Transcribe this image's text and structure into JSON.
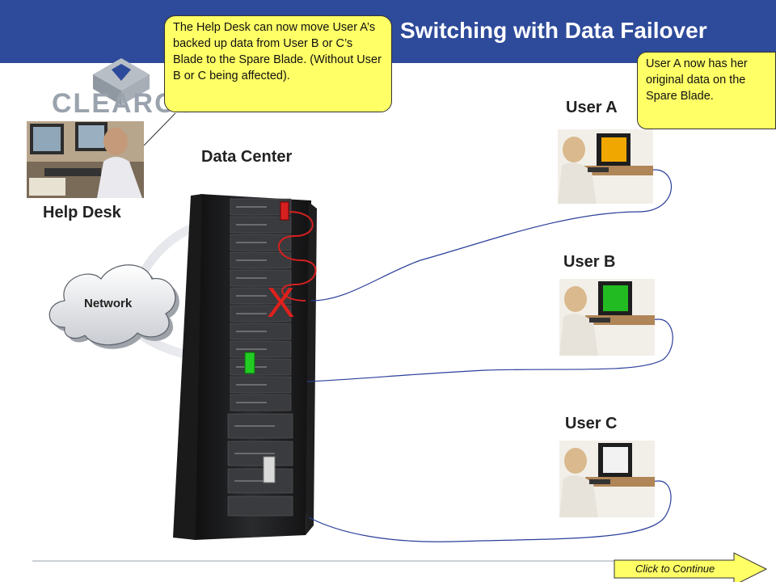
{
  "slide": {
    "title": "Switching with Data Failover",
    "brand": "CLEARCUBE"
  },
  "labels": {
    "data_center": "Data Center",
    "help_desk": "Help Desk",
    "network": "Network",
    "user_a": "User A",
    "user_b": "User B",
    "user_c": "User C"
  },
  "callouts": {
    "help_desk_note": "The Help Desk can now move User A’s backed up data from User B or C’s Blade to the Spare Blade.  (Without User B or C being affected).",
    "user_a_note": "User A now has her original data on the Spare Blade."
  },
  "markers": {
    "failed_blade": "X"
  },
  "navigation": {
    "continue_label": "Click to Continue"
  },
  "colors": {
    "header": "#2e4a9a",
    "callout": "#ffff66",
    "screen_a": "#f0a800",
    "screen_b": "#22bb22",
    "screen_c": "#f2f2f2",
    "failure": "#e0201c",
    "cable": "#2a3f9a",
    "highlight_blade_red": "#d62020",
    "highlight_blade_green": "#22cc22"
  },
  "icons": {
    "logo": "clearcube-cube-logo-icon",
    "network": "cloud-icon",
    "rack": "server-rack-icon",
    "help_desk_photo": "help-desk-operator-image",
    "user_photo": "user-at-workstation-image",
    "arrow": "right-arrow-icon"
  }
}
